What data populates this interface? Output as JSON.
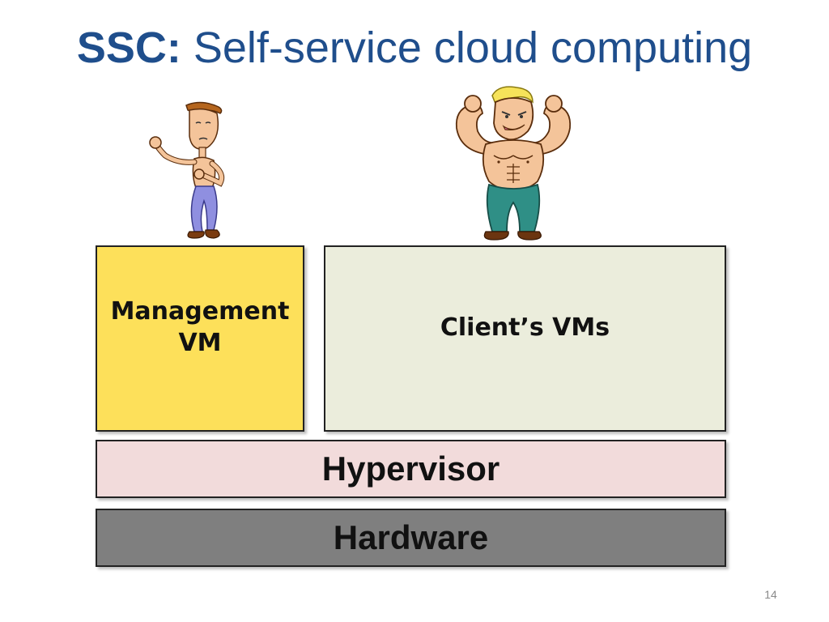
{
  "slide": {
    "title_bold": "SSC:",
    "title_rest": "Self-service cloud computing",
    "page_number": "14"
  },
  "boxes": {
    "management_vm": "Management VM",
    "clients_vms": "Client’s VMs",
    "hypervisor": "Hypervisor",
    "hardware": "Hardware"
  },
  "colors": {
    "title": "#1f4e8c",
    "management_vm": "#fde05a",
    "clients_vms": "#ebeddc",
    "hypervisor": "#f2dbdb",
    "hardware": "#7f7f7f"
  },
  "illustrations": {
    "weak_figure": "skinny-man-icon",
    "strong_figure": "muscular-man-icon"
  }
}
